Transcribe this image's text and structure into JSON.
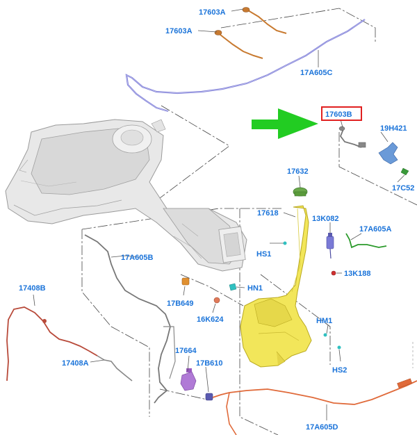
{
  "colors": {
    "label": "#1a73d9",
    "highlight_box": "#e02020",
    "arrow": "#22cc22",
    "hose_purple": "#7a7ad6",
    "hose_orange": "#c87a30",
    "hose_red": "#b84a3a",
    "hose_orange_red": "#e06a3a",
    "hose_grey": "#777777",
    "hose_green": "#2a9a2a",
    "reservoir": "#f2e65a",
    "body_panel": "#e6e6e6"
  },
  "labels": {
    "p17603A_1": "17603A",
    "p17603A_2": "17603A",
    "p17A605C": "17A605C",
    "p17603B": "17603B",
    "p19H421": "19H421",
    "p17C52": "17C52",
    "p17632": "17632",
    "p17618": "17618",
    "p13K082": "13K082",
    "p17A605A": "17A605A",
    "pHS1": "HS1",
    "p13K188": "13K188",
    "pHN1": "HN1",
    "p17A605B": "17A605B",
    "p17B649": "17B649",
    "p16K624": "16K624",
    "p17408B": "17408B",
    "pHM1": "HM1",
    "p17408A": "17408A",
    "p17664": "17664",
    "p17B610": "17B610",
    "pHS2": "HS2",
    "p17A605D": "17A605D"
  }
}
